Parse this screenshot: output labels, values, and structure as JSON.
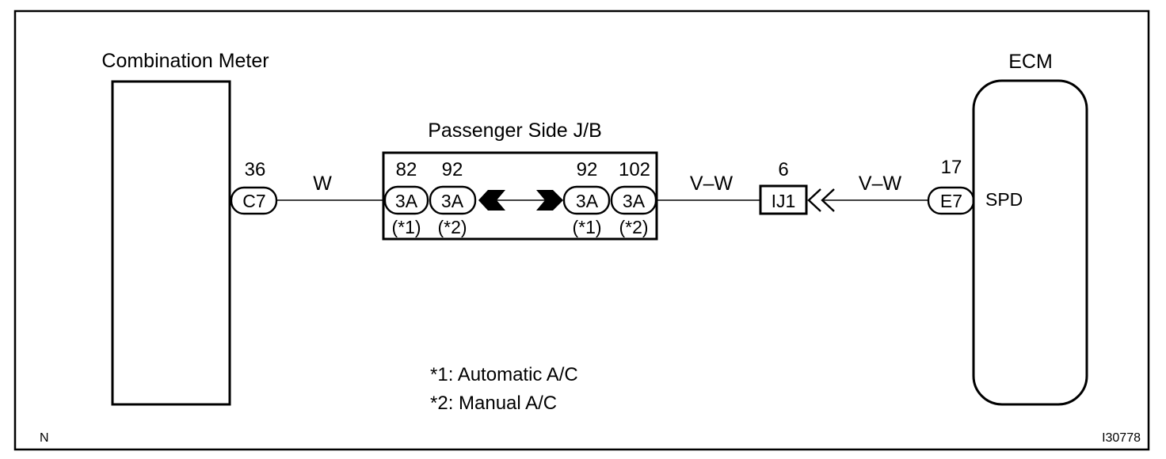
{
  "components": {
    "combination_meter": "Combination Meter",
    "junction_block": "Passenger Side J/B",
    "ecm": "ECM",
    "ecm_terminal": "SPD"
  },
  "connectors": {
    "c7": {
      "pin": "36",
      "code": "C7"
    },
    "jb_left_a": {
      "pin": "82",
      "code": "3A",
      "note": "(*1)"
    },
    "jb_left_b": {
      "pin": "92",
      "code": "3A",
      "note": "(*2)"
    },
    "jb_right_a": {
      "pin": "92",
      "code": "3A",
      "note": "(*1)"
    },
    "jb_right_b": {
      "pin": "102",
      "code": "3A",
      "note": "(*2)"
    },
    "ij1": {
      "pin": "6",
      "code": "IJ1"
    },
    "e7": {
      "pin": "17",
      "code": "E7"
    }
  },
  "wires": {
    "meter_to_jb": "W",
    "jb_to_ij1": "V–W",
    "ij1_to_ecm": "V–W"
  },
  "notes": {
    "note1": "*1: Automatic A/C",
    "note2": "*2: Manual A/C"
  },
  "corner": {
    "left": "N",
    "right": "I30778"
  }
}
